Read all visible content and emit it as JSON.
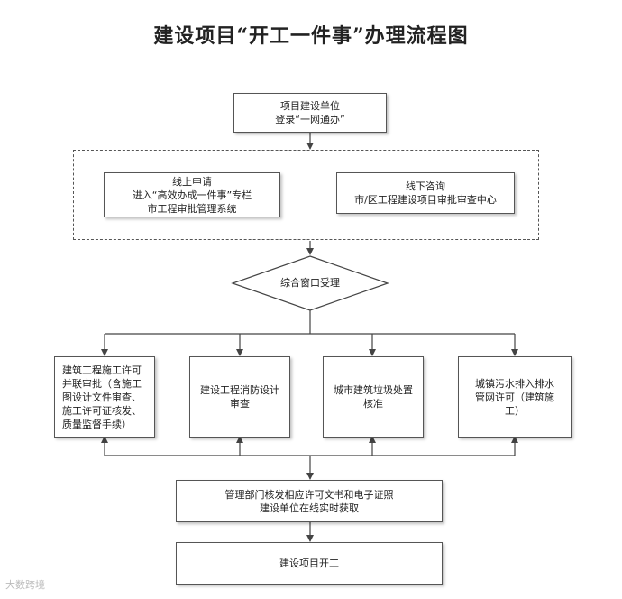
{
  "title": "建设项目“开工一件事”办理流程图",
  "nodes": {
    "start": "项目建设单位\n登录“一网通办”",
    "online": "线上申请\n进入“高效办成一件事”专栏\n市工程审批管理系统",
    "offline": "线下咨询\n市/区工程建设项目审批审查中心",
    "window": "综合窗口受理",
    "p1": "建筑工程施工许可\n并联审批（含施工\n图设计文件审查、\n施工许可证核发、\n质量监督手续）",
    "p2": "建设工程消防设计\n审查",
    "p3": "城市建筑垃圾处置\n核准",
    "p4": "城镇污水排入排水\n管网许可（建筑施\n工）",
    "issue": "管理部门核发相应许可文书和电子证照\n建设单位在线实时获取",
    "end": "建设项目开工"
  },
  "watermark": "大数跨境"
}
